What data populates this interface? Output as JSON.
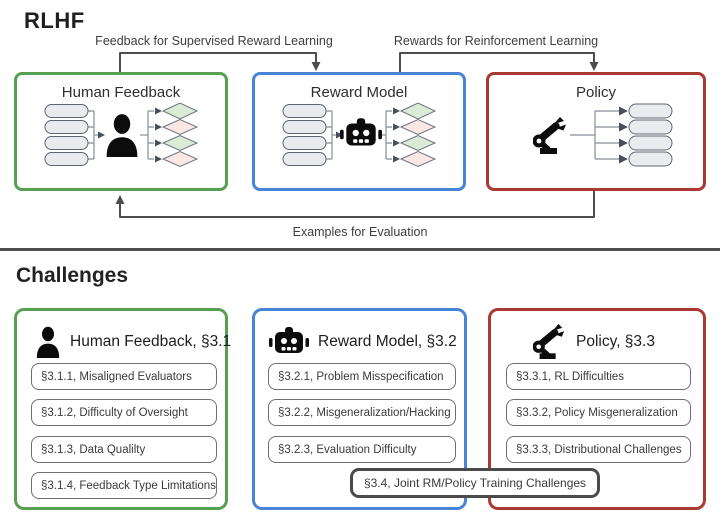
{
  "header": {
    "title": "RLHF"
  },
  "flow": {
    "arrow_labels": {
      "feedback": "Feedback for Supervised Reward Learning",
      "rewards": "Rewards for Reinforcement Learning",
      "examples": "Examples for Evaluation"
    },
    "nodes": [
      {
        "title": "Human Feedback",
        "icon": "person-icon",
        "accent": "#57a051"
      },
      {
        "title": "Reward Model",
        "icon": "robot-icon",
        "accent": "#4983d6"
      },
      {
        "title": "Policy",
        "icon": "robot-arm-icon",
        "accent": "#a83a32"
      }
    ]
  },
  "challenges": {
    "title": "Challenges",
    "groups": [
      {
        "title": "Human Feedback, §3.1",
        "icon": "person-icon",
        "accent": "#57a051",
        "items": [
          "§3.1.1, Misaligned Evaluators",
          "§3.1.2, Difficulty of Oversight",
          "§3.1.3, Data Qualilty",
          "§3.1.4, Feedback Type Limitations"
        ]
      },
      {
        "title": "Reward Model, §3.2",
        "icon": "robot-icon",
        "accent": "#4983d6",
        "items": [
          "§3.2.1, Problem Misspecification",
          "§3.2.2, Misgeneralization/Hacking",
          "§3.2.3, Evaluation Difficulty"
        ]
      },
      {
        "title": "Policy, §3.3",
        "icon": "robot-arm-icon",
        "accent": "#a83a32",
        "items": [
          "§3.3.1, RL Difficulties",
          "§3.3.2, Policy Misgeneralization",
          "§3.3.3, Distributional Challenges"
        ]
      }
    ],
    "joint_item": "§3.4, Joint RM/Policy Training Challenges"
  },
  "colors": {
    "green_accent": "#57a051",
    "blue_accent": "#4983d6",
    "red_accent": "#a83a32",
    "arrow": "#4d4d4d",
    "pill_fill": "#e9ebef",
    "diamond_green": "#dcebd5",
    "diamond_pink": "#fbe8e4"
  }
}
